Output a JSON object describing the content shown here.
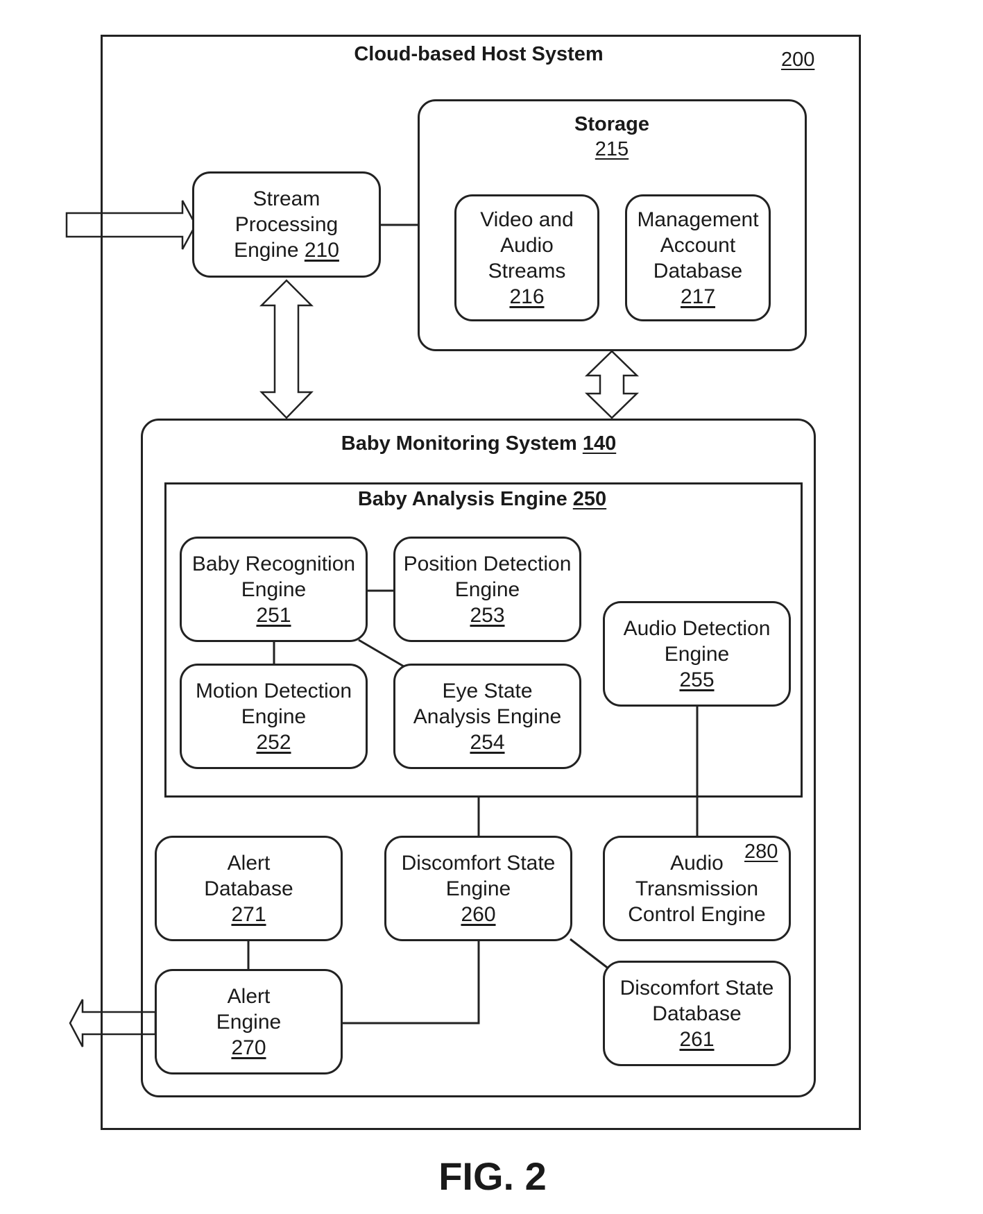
{
  "host": {
    "title": "Cloud-based Host System",
    "ref": "200"
  },
  "storage": {
    "title": "Storage",
    "ref": "215"
  },
  "stream_processing": {
    "line1": "Stream",
    "line2": "Processing",
    "line3": "Engine ",
    "ref": "210"
  },
  "video_audio": {
    "line1": "Video and",
    "line2": "Audio",
    "line3": "Streams",
    "ref": "216"
  },
  "mgmt_db": {
    "line1": "Management",
    "line2": "Account",
    "line3": "Database",
    "ref": "217"
  },
  "bms": {
    "title": "Baby Monitoring System ",
    "ref": "140"
  },
  "bae": {
    "title": "Baby Analysis Engine ",
    "ref": "250"
  },
  "baby_recognition": {
    "line1": "Baby Recognition",
    "line2": "Engine",
    "ref": "251"
  },
  "motion_detection": {
    "line1": "Motion Detection",
    "line2": "Engine",
    "ref": "252"
  },
  "position_detection": {
    "line1": "Position Detection",
    "line2": "Engine",
    "ref": "253"
  },
  "eye_state": {
    "line1": "Eye State",
    "line2": "Analysis Engine",
    "ref": "254"
  },
  "audio_detection": {
    "line1": "Audio Detection",
    "line2": "Engine",
    "ref": "255"
  },
  "alert_db": {
    "line1": "Alert",
    "line2": "Database",
    "ref": "271"
  },
  "alert_engine": {
    "line1": "Alert",
    "line2": "Engine",
    "ref": "270"
  },
  "discomfort_engine": {
    "line1": "Discomfort State",
    "line2": "Engine",
    "ref": "260"
  },
  "discomfort_db": {
    "line1": "Discomfort State",
    "line2": "Database",
    "ref": "261"
  },
  "audio_tx": {
    "line1": "Audio",
    "line2": "Transmission",
    "line3": "Control Engine",
    "ref": "280"
  },
  "figure_label": "FIG. 2"
}
